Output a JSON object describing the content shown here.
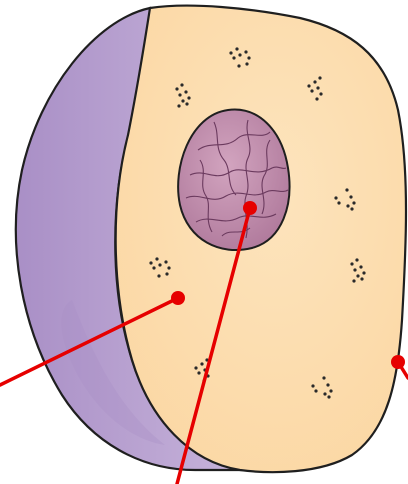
{
  "figure": {
    "subject": "animal-cell-cross-section",
    "colors": {
      "background": "#ffffff",
      "outer_shell": "#c9b6dc",
      "outer_shell_shadow": "#a98fc6",
      "cytoplasm": "#fbd7a3",
      "cytoplasm_light": "#fde4bd",
      "nucleus": "#b07a9c",
      "nucleus_light": "#d2a4bf",
      "nucleus_lines": "#6b3a5e",
      "granules": "#2a2a2a",
      "outline": "#1f1f1f",
      "pointer": "#e60000"
    },
    "pointers": [
      {
        "target": "cytoplasm"
      },
      {
        "target": "nucleus"
      },
      {
        "target": "cell-membrane"
      }
    ]
  }
}
